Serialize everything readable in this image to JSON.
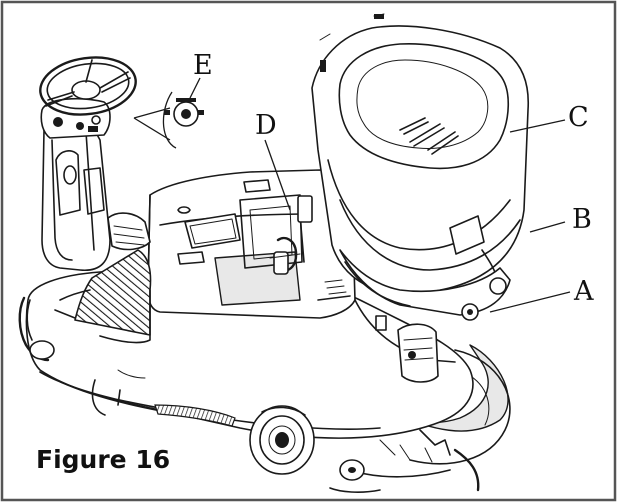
{
  "figure": {
    "caption": "Figure 16",
    "callouts": {
      "A": "A",
      "B": "B",
      "C": "C",
      "D": "D",
      "E": "E"
    }
  },
  "colors": {
    "ink": "#1a1a1a",
    "background": "#ffffff",
    "frame": "#555555"
  }
}
